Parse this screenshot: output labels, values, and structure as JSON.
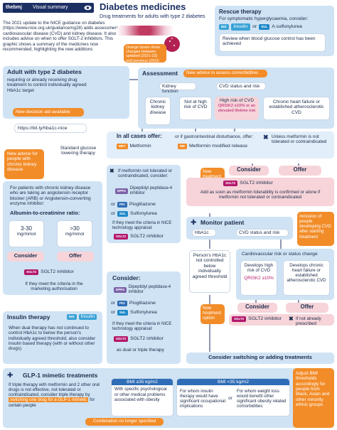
{
  "header": {
    "brand": "thebmj",
    "badge": "Visual summary",
    "title": "Diabetes medicines",
    "subtitle": "Drug treatments for adults with type 2 diabetes",
    "intro": "The 2021 update to the NICE guidance on diabetes (https://www.nice.org.uk/guidance/ng28) adds assessment of cardiovascular disease (CVD) and kidney disease. It also includes advice on when to offer SGLT-2 inhibitors. This graphic shows a summary of the medicines now recommended, highlighting the new additions",
    "legend_note": "Orange boxes show changes between updated (2021-22) and previous (2015-18) NICE guidance"
  },
  "rescue": {
    "title": "Rescue therapy",
    "text": "For symptomatic hyperglycaemia, consider:",
    "insulin": "Insulin",
    "or": "or",
    "sulfonylurea": "A sulfonylurea",
    "review": "Review when blood glucose control has been achieved"
  },
  "patient": {
    "title": "Adult with type 2 diabetes",
    "text": "requiring or already receiving drug treatment to control individually agreed HbA1c target",
    "new_decision": "New decision aid available",
    "link": "https://bit.ly/hba1c-nice"
  },
  "assessment": {
    "title": "Assessment",
    "new_advice": "New advice to assess comorbidities",
    "kidney_function": "Kidney function",
    "cvd_status": "CVD status and risk",
    "ckd": "Chronic kidney disease",
    "not_high": "Not at high risk of CVD",
    "high_risk": "High risk of CVD",
    "qrisk": "QRISK2 ≥10% or an elevated lifetime risk",
    "chf": "Chronic heart failure or established atherosclerotic CVD"
  },
  "ckd_side": {
    "new_advice": "New advice for people with chronic kidney disease",
    "standard": "Standard glucose lowering therapy",
    "text": "For patients with chronic kidney disease who are taking an angiotensin receptor blocker (ARB) or Angiotensin-converting enzyme inhibitor:",
    "ratio_title": "Albumin-to-creatinine ratio:",
    "r1": "3-30",
    "r1_unit": "mg/mmol",
    "r2": ">30",
    "r2_unit": "mg/mmol",
    "consider": "Consider",
    "offer": "Offer",
    "sglt2": "SGLT2 inhibitor",
    "criteria": "If they meet the criteria in the marketing authorisation"
  },
  "all_cases": {
    "title": "In all cases offer:",
    "metformin": "Metformin",
    "gi_text": "or if gastrointestinal disturbance, offer:",
    "mr": "Metformin modified release",
    "unless": "Unless metformin is not tolerated or contraindicated"
  },
  "not_tolerated": {
    "text": "If metformin not tolerated or contraindicated, consider:",
    "dpp4": "Dipeptidyl peptidase-4 inhibitor",
    "or": "or",
    "pioglitazone": "Pioglitazone",
    "sulfonylurea": "Sulfonylurea",
    "nice_text": "If they meet the criteria in NICE technology appraisal:",
    "sglt2": "SGLT2 inhibitor"
  },
  "new_treatment": {
    "label": "New treatment",
    "consider": "Consider",
    "offer": "Offer",
    "sglt2": "SGLT2 inhibitor",
    "text": "Add as soon as metformin tolerability is confirmed or alone if metformin not tolerated or contraindicated"
  },
  "monitor": {
    "title": "Monitor patient",
    "hba1c": "HbA1c",
    "cvd": "CVD status and risk",
    "inclusion": "Inclusion of people developing CVD after starting treatment",
    "not_controlled": "Person's HbA1c not controlled below individually agreed threshold",
    "cv_title": "Cardiovascular risk or status change",
    "develops": "Develops high risk of CVD",
    "qrisk": "QRISK2 ≥10%",
    "chf": "Develops chronic heart failure or established atherosclerotic CVD",
    "consider": "Consider",
    "offer": "Offer",
    "new_option": "New treatment option",
    "sglt2": "SGLT2 inhibitor",
    "if_not": "If not already prescribed",
    "switching": "Consider switching or adding treatments"
  },
  "consider2": {
    "title": "Consider:",
    "dpp4": "Dipeptidyl peptidase-4 inhibitor",
    "pioglitazone": "Pioglitazone",
    "sulfonylurea": "Sulfonylurea",
    "nice_text": "If they meet the criteria in NICE technology appraisal:",
    "sglt2": "SGLT2 inhibitor",
    "dual": "as dual or triple therapy"
  },
  "insulin": {
    "title": "Insulin therapy",
    "drug": "Insulin",
    "text": "When dual therapy has not continued to control HbA1c to below the person's individually agreed threshold, also consider insulin based therapy (with or without other drugs)"
  },
  "glp1": {
    "title": "GLP-1 mimetic treatments",
    "text1": "If triple therapy with metformin and 2 other oral drugs is not effective, not tolerated or contraindicated, consider triple therapy by",
    "highlight": "switching one drug for a GLP-1 mimetic",
    "text2": "for certain people",
    "no_longer": "Combination no longer specified",
    "bmi1": "BMI ≥35 kg/m2",
    "bmi1_text": "With specific psychological or other medical problems associated with obesity",
    "bmi2": "BMI <35 kg/m2",
    "or": "or",
    "bmi2_a": "For whom insulin therapy would have significant occupational implications",
    "bmi2_b": "For whom weight loss would benefit other significant obesity related comorbidities",
    "adjust": "Adjust BMI thresholds accordingly for people from Black, Asian and other minority ethnic groups"
  }
}
